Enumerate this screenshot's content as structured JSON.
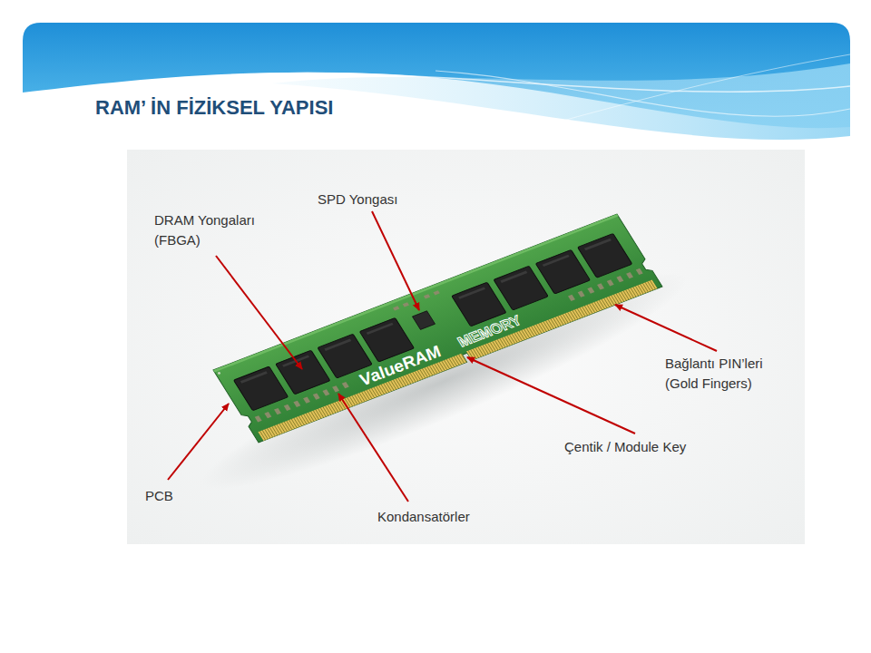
{
  "diagram": {
    "title": "RAM’ İN FİZİKSEL YAPISI",
    "labels": [
      "SPD Yongası",
      "DRAM Yongaları (FBGA)",
      "ValueRAM",
      "MEMORY",
      "Bağlantı PIN’leri (Gold Fingers)",
      "Çentik / Module Key",
      "PCB",
      "Kondansatörler"
    ]
  }
}
